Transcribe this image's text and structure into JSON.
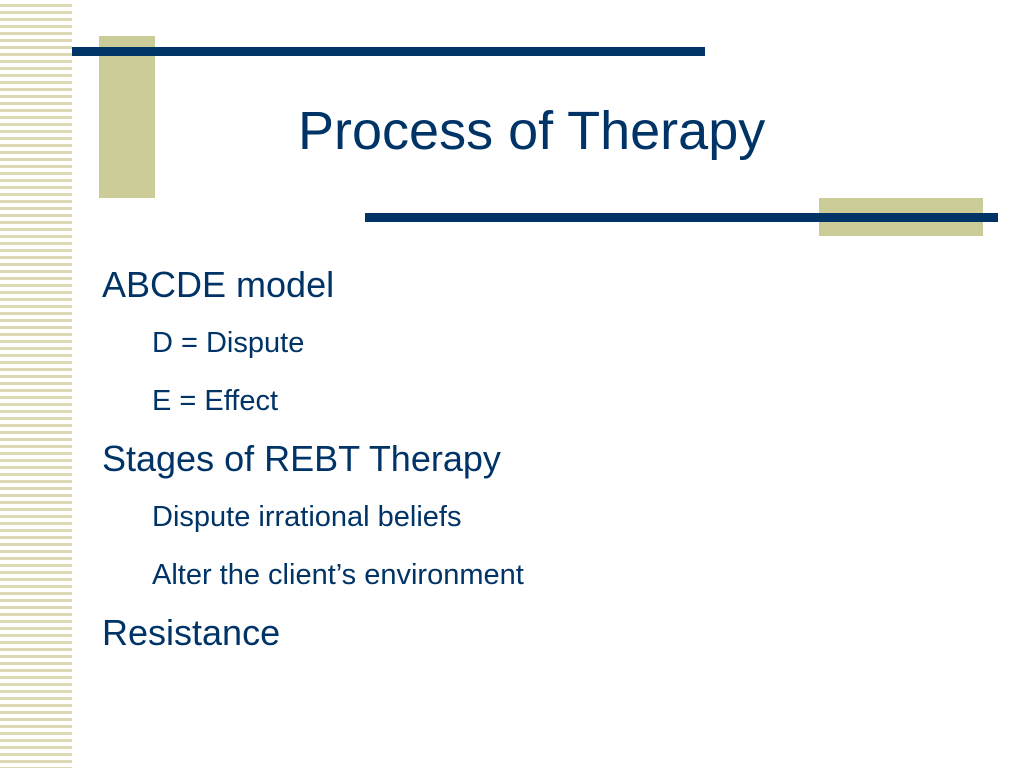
{
  "slide": {
    "title": "Process of Therapy",
    "bullets": [
      {
        "level": 1,
        "text": "ABCDE model"
      },
      {
        "level": 2,
        "text": "D = Dispute"
      },
      {
        "level": 2,
        "text": "E = Effect"
      },
      {
        "level": 1,
        "text": "Stages of REBT Therapy"
      },
      {
        "level": 2,
        "text": "Dispute irrational beliefs"
      },
      {
        "level": 2,
        "text": "Alter the client’s environment"
      },
      {
        "level": 1,
        "text": "Resistance"
      }
    ]
  },
  "colors": {
    "text": "#003366",
    "rule": "#003366",
    "accent": "#cccc99",
    "stripe": "#dcd9b4",
    "background": "#ffffff"
  }
}
